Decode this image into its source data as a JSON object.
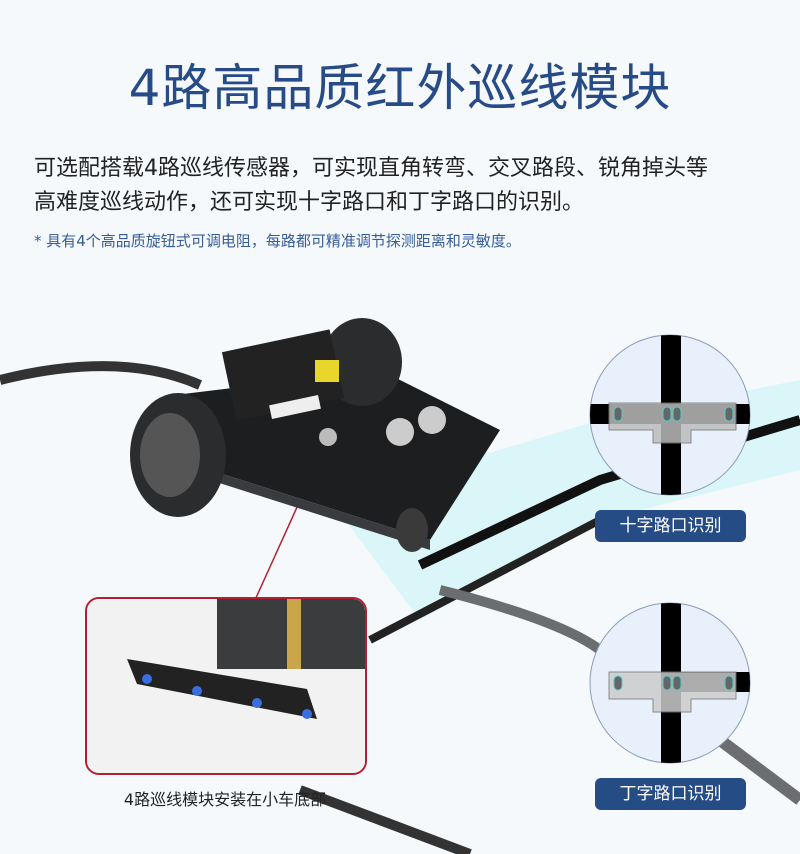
{
  "header": {
    "title": "4路高品质红外巡线模块"
  },
  "description": {
    "line1": "可选配搭载4路巡线传感器，可实现直角转弯、交叉路段、锐角掉头等",
    "line2": "高难度巡线动作，还可实现十字路口和丁字路口的识别。",
    "note": "* 具有4个高品质旋钮式可调电阻，每路都可精准调节探测距离和灵敏度。"
  },
  "callouts": [
    {
      "label": "十字路口识别",
      "type": "cross-intersection"
    },
    {
      "label": "丁字路口识别",
      "type": "t-intersection"
    }
  ],
  "inset": {
    "caption": "4路巡线模块安装在小车底部"
  },
  "colors": {
    "title": "#274b86",
    "label_bg": "#264c86",
    "inset_border": "#b22030",
    "glow": "#c8f4f6"
  }
}
